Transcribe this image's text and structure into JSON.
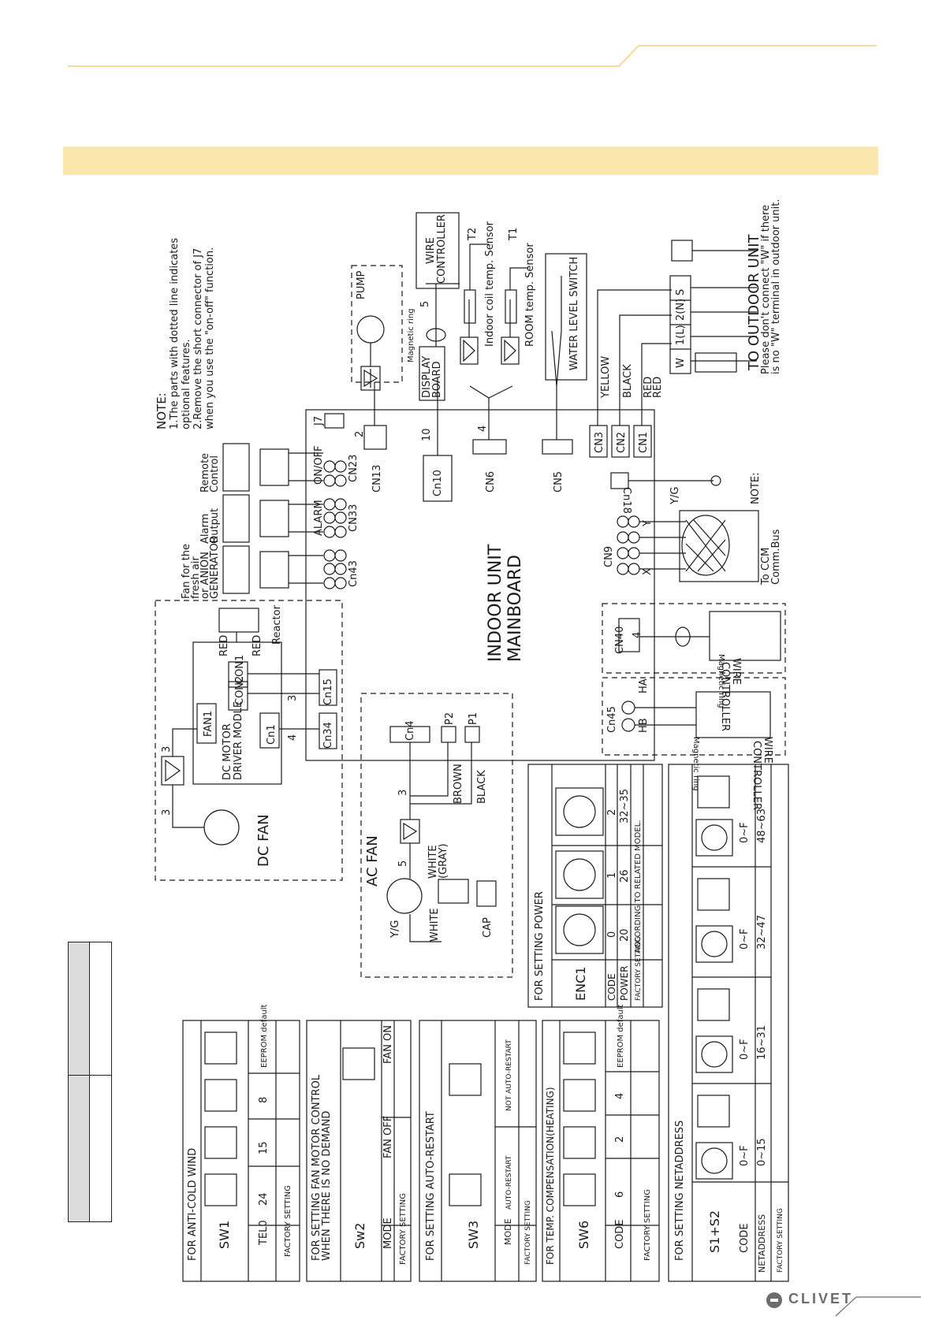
{
  "brand": {
    "name": "CLIVET"
  },
  "colors": {
    "accent_line": "#f3cf7a",
    "banner": "#fbe7ad",
    "ink": "#1a1a1a",
    "shade": "#dcdcdc"
  },
  "notes": {
    "title": "NOTE:",
    "line1a": "1.The parts with dotted line indicates",
    "line1b": "optional features.",
    "line2a": "2.Remove the short connector of J7",
    "line2b": "when you use the \"on-off\" function.",
    "outdoor_note_title": "NOTE:",
    "outdoor_note_a": "Please don't connect \"W\" if there",
    "outdoor_note_b": "is no \"W\" terminal in outdoor unit."
  },
  "mainboard": {
    "line1": "INDOOR UNIT",
    "line2": "MAINBOARD"
  },
  "connectors": {
    "cn43": "Cn43",
    "cn33": "CN33",
    "cn23": "CN23",
    "j7": "J7",
    "cn13": "CN13",
    "cn10": "Cn10",
    "cn6": "CN6",
    "cn5": "CN5",
    "cn3": "CN3",
    "cn2": "CN2",
    "cn1": "CN1",
    "cn18": "Cn18",
    "cn9": "CN9",
    "cn40": "CN40",
    "cn45": "Cn45",
    "cn15": "Cn15",
    "cn34": "Cn34",
    "cn4": "Cn4",
    "p2": "P2",
    "p1": "P1",
    "x": "X",
    "y": "Y",
    "ha": "HA",
    "hb": "HB"
  },
  "outputs": {
    "fan_fresh": "Fan for the",
    "fan_fresh2": "fresh air",
    "anion1": "or ANION",
    "anion2": "GENERATOR",
    "alarm1": "Alarm",
    "alarm2": "Output",
    "remote1": "Remote",
    "remote2": "Control",
    "alarm": "ALARM",
    "onoff": "ON/OFF"
  },
  "components": {
    "pump": "PUMP",
    "magnetic_ring": "Magnetic ring",
    "display_board1": "DISPLAY",
    "display_board2": "BOARD",
    "wire_controller1": "WIRE",
    "wire_controller2": "CONTROLLER",
    "t2": "T2",
    "t1": "T1",
    "indoor_coil": "Indoor coil temp. Sensor",
    "room_temp": "ROOM temp. Sensor",
    "water_level": "WATER LEVEL SWITCH",
    "yellow": "YELLOW",
    "black": "BLACK",
    "red": "RED",
    "outdoor_unit": "TO OUTDOOR UNIT",
    "yg": "Y/G",
    "ccm1": "To CCM",
    "ccm2": "Comm.Bus",
    "dc_fan": "DC FAN",
    "dc_motor1": "DC MOTOR",
    "dc_motor2": "DRIVER MODLE",
    "fan1": "FAN1",
    "con2": "CON2",
    "con1": "CON1",
    "cn1": "Cn1",
    "reactor": "Reactor",
    "ac_fan": "AC FAN",
    "white": "WHITE",
    "white_gray1": "WHITE",
    "white_gray2": "(GRAY)",
    "cap": "CAP",
    "brown": "BROWN",
    "black_fan": "BLACK",
    "n3": "3",
    "n4": "4",
    "n5": "5",
    "n10": "10",
    "n2": "2",
    "term_w": "W",
    "term_1l": "1(L)",
    "term_2n": "2(N)",
    "term_s": "S"
  },
  "tables": {
    "anti_cold": {
      "title": "FOR ANTI-COLD WIND",
      "name": "SW1",
      "row_label": "TEL0",
      "factory": "FACTORY SETTING",
      "values": [
        "24",
        "15",
        "8",
        "EEPROM default"
      ]
    },
    "fan_motor": {
      "title1": "FOR SETTING FAN MOTOR CONTROL",
      "title2": "WHEN THERE IS NO DEMAND",
      "name": "Sw2",
      "mode": "MODE",
      "factory": "FACTORY SETTING",
      "values": [
        "FAN OFF",
        "FAN ON"
      ]
    },
    "auto_restart": {
      "title": "FOR SETTING AUTO-RESTART",
      "name": "SW3",
      "mode": "MODE",
      "factory": "FACTORY SETTING",
      "values": [
        "AUTO-RESTART",
        "NOT AUTO-RESTART"
      ]
    },
    "temp_comp": {
      "title": "FOR TEMP. COMPENSATION(HEATING)",
      "name": "SW6",
      "code": "CODE",
      "factory": "FACTORY SETTING",
      "values": [
        "6",
        "2",
        "4",
        "EEPROM default"
      ]
    },
    "power": {
      "title": "FOR SETTING POWER",
      "name": "ENC1",
      "code": "CODE",
      "power": "POWER",
      "factory": "FACTORY SETTING",
      "codes": [
        "0",
        "1",
        "2"
      ],
      "powers": [
        "20",
        "26",
        "32~35"
      ],
      "factory_value": "ACCORDING TO RELATED MODEL."
    },
    "netaddress": {
      "title": "FOR SETTING NETADDRESS",
      "name": "S1+S2",
      "code": "CODE",
      "netaddress": "NETADDRESS",
      "factory": "FACTORY SETTING",
      "codes": [
        "0~F",
        "0~F",
        "0~F",
        "0~F"
      ],
      "ranges": [
        "0~15",
        "16~31",
        "32~47",
        "48~63"
      ]
    }
  }
}
